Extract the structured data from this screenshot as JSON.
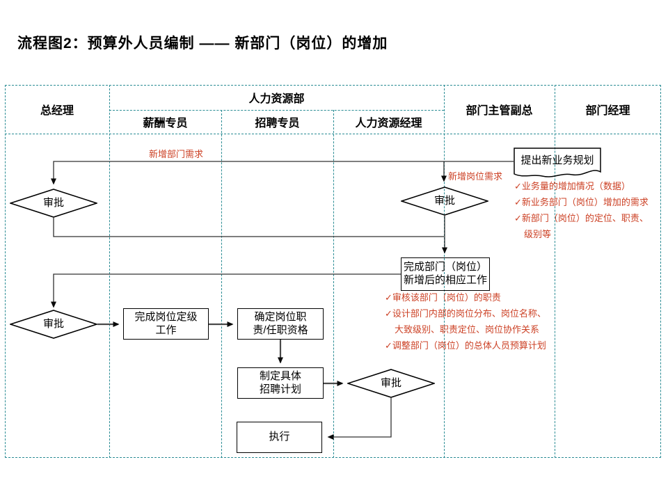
{
  "title": "流程图2：预算外人员编制 —— 新部门（岗位）的增加",
  "colors": {
    "lane_border": "#2a8c94",
    "annotation_red": "#cc4125",
    "shape_border": "#000000",
    "connector": "#303030",
    "background": "#ffffff"
  },
  "lanes": {
    "general_manager": "总经理",
    "hr_department": "人力资源部",
    "compensation_specialist": "薪酬专员",
    "recruiting_specialist": "招聘专员",
    "hr_manager": "人力资源经理",
    "dept_vp": "部门主管副总",
    "dept_manager": "部门经理"
  },
  "nodes": {
    "propose_plan": "提出新业务规划",
    "approve_gm_top": "审批",
    "approve_hrm_top": "审批",
    "complete_dept": "完成部门（岗位）\n新增后的相应工作",
    "approve_gm_mid": "审批",
    "grading": "完成岗位定级\n工作",
    "duty_qualification": "确定岗位职\n责/任职资格",
    "recruit_plan": "制定具体\n招聘计划",
    "approve_hrm_bottom": "审批",
    "execute": "执行"
  },
  "edge_labels": {
    "new_dept_need": "新增部门需求",
    "new_post_need": "新增岗位需求"
  },
  "checklist_top": {
    "lines": [
      "✓业务量的增加情况（数据）",
      "✓新业务部门（岗位）增加的需求",
      "✓新部门（岗位）的定位、职责、",
      "级别等"
    ]
  },
  "checklist_mid": {
    "lines": [
      "✓审核该部门（岗位）的职责",
      "✓设计部门内部的岗位分布、岗位名称、",
      "大致级别、职责定位、岗位协作关系",
      "✓调整部门（岗位）的总体人员预算计划"
    ]
  }
}
